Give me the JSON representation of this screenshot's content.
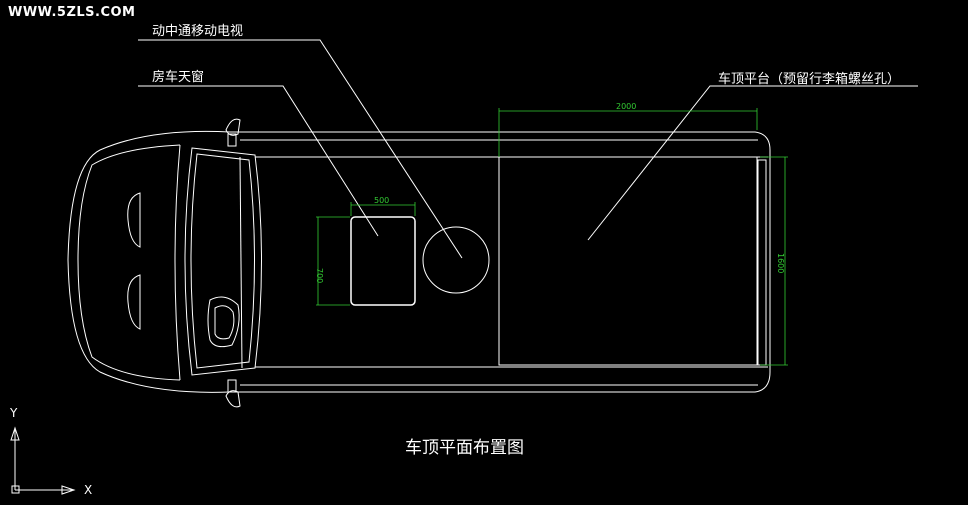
{
  "watermark": "WWW.5ZLS.COM",
  "drawing_title": "车顶平面布置图",
  "callouts": {
    "tv": "动中通移动电视",
    "skylight": "房车天窗",
    "platform": "车顶平台（预留行李箱螺丝孔）"
  },
  "dimensions": {
    "skylight_width": "500",
    "skylight_height": "700",
    "platform_length": "2000",
    "platform_width": "1600"
  },
  "axes": {
    "y": "Y",
    "x": "X"
  },
  "colors": {
    "line": "#ffffff",
    "dimension": "#33cc33",
    "background": "#000000"
  }
}
